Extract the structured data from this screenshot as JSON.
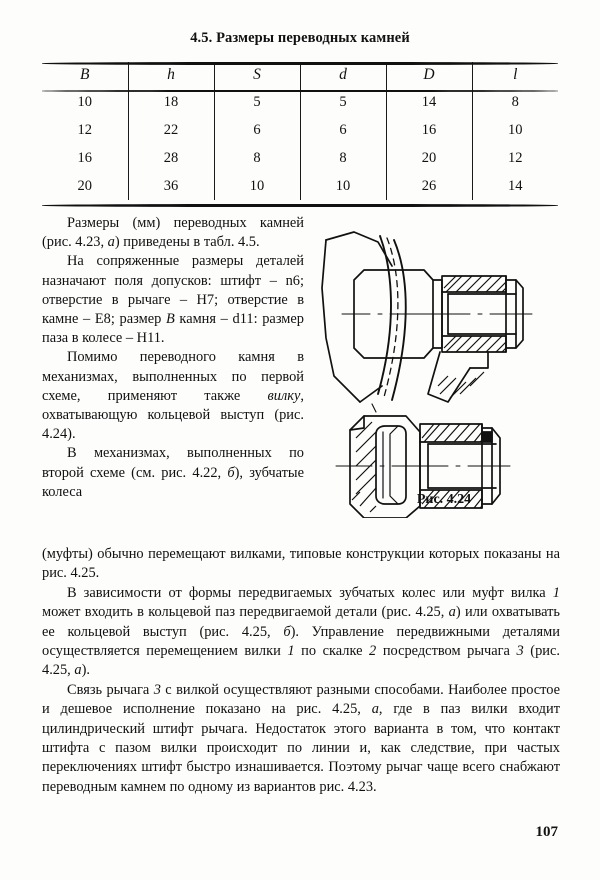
{
  "page": {
    "number": "107",
    "language": "ru"
  },
  "table": {
    "title": "4.5. Размеры переводных камней",
    "headers": [
      "B",
      "h",
      "S",
      "d",
      "D",
      "l"
    ],
    "rows": [
      [
        "10",
        "18",
        "5",
        "5",
        "14",
        "8"
      ],
      [
        "12",
        "22",
        "6",
        "6",
        "16",
        "10"
      ],
      [
        "16",
        "28",
        "8",
        "8",
        "20",
        "12"
      ],
      [
        "20",
        "36",
        "10",
        "10",
        "26",
        "14"
      ]
    ]
  },
  "figure": {
    "caption": "Рис. 4.24",
    "name": "technical-drawing-fork-assembly"
  },
  "left_column": {
    "p1_a": "Размеры (мм) переводных камней (рис. 4.23, ",
    "p1_it": "а",
    "p1_b": ") приведены в табл. 4.5.",
    "p2_a": "На сопряженные размеры деталей назначают поля допусков: штифт – n6; отверстие в рычаге – H7; отверстие в камне – E8; размер ",
    "p2_it": "B",
    "p2_b": " камня – d11: размер паза в колесе – H11.",
    "p3_a": "Помимо переводного камня в механизмах, выполненных по первой схеме, применяют также ",
    "p3_it": "вилку",
    "p3_b": ", охватывающую кольцевой выступ (рис. 4.24).",
    "p4_a": "В механизмах, выполненных по второй схеме (см. рис. 4.22, ",
    "p4_it": "б",
    "p4_b": "), зубчатые колеса"
  },
  "body_text": {
    "p_cont": "(муфты) обычно перемещают вилками, типовые конструкции которых показаны на рис. 4.25.",
    "p5_a": "В зависимости от формы передвигаемых зубчатых колес или муфт вилка ",
    "p5_it1": "1",
    "p5_b": " может входить в кольцевой паз передвигаемой детали (рис. 4.25, ",
    "p5_it2": "а",
    "p5_c": ") или охватывать ее кольцевой выступ (рис. 4.25, ",
    "p5_it3": "б",
    "p5_d": "). Управление передвижными деталями осуществляется перемещением вилки ",
    "p5_it4": "1",
    "p5_e": " по скалке ",
    "p5_it5": "2",
    "p5_f": " посредством рычага ",
    "p5_it6": "3",
    "p5_g": " (рис. 4.25, ",
    "p5_it7": "а",
    "p5_h": ").",
    "p6_a": "Связь рычага ",
    "p6_it1": "3",
    "p6_b": " с вилкой осуществляют разными способами. Наиболее простое и дешевое исполнение показано на рис. 4.25, ",
    "p6_it2": "а",
    "p6_c": ", где в паз вилки входит цилиндрический штифт рычага. Недостаток этого варианта в том, что контакт штифта с пазом вилки происходит по линии и, как следствие, при частых переключениях штифт быстро изнашивается. Поэтому рычаг чаще всего снабжают переводным камнем по одному из вариантов рис. 4.23."
  },
  "colors": {
    "ink": "#111111",
    "paper": "#fdfdfc"
  }
}
